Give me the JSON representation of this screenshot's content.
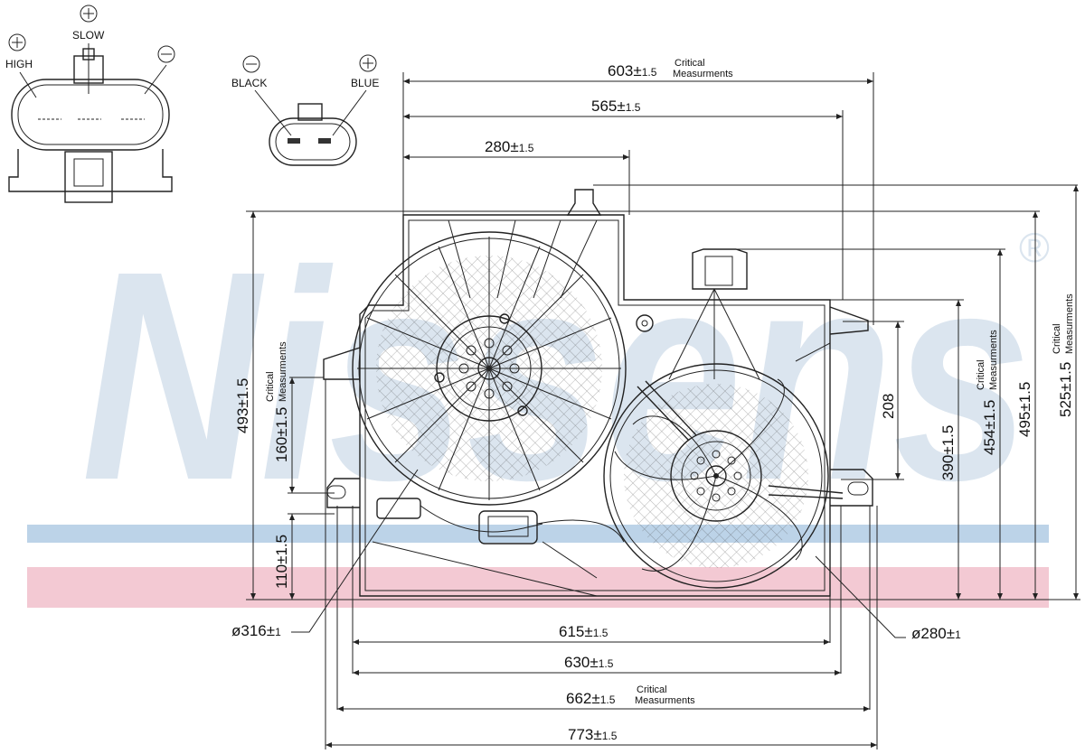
{
  "brand": {
    "watermark": "Nissens",
    "registered_mark": "®",
    "band_blue": "#bcd3e8",
    "band_red": "#f3c9d3"
  },
  "connector_3pin": {
    "labels": {
      "high": "HIGH",
      "slow": "SLOW"
    }
  },
  "connector_2pin": {
    "labels": {
      "black": "BLACK",
      "blue": "BLUE"
    }
  },
  "critical_note": {
    "line1": "Critical",
    "line2": "Measurments"
  },
  "dimensions": {
    "top_603": {
      "main": "603±",
      "tol": "1.5",
      "critical": true
    },
    "top_565": {
      "main": "565±",
      "tol": "1.5"
    },
    "top_280": {
      "main": "280±",
      "tol": "1.5"
    },
    "left_493": {
      "text": "493±1.5"
    },
    "left_160": {
      "text": "160±1.5",
      "critical": true
    },
    "left_110": {
      "text": "110±1.5"
    },
    "mid_208": {
      "text": "208"
    },
    "right_390": {
      "text": "390±1.5"
    },
    "right_454": {
      "text": "454±1.5",
      "critical": true
    },
    "right_495": {
      "text": "495±1.5"
    },
    "right_525": {
      "text": "525±1.5",
      "critical": true
    },
    "dia_316": {
      "main": "ø316±",
      "tol": "1"
    },
    "dia_280": {
      "main": "ø280±",
      "tol": "1"
    },
    "bot_615": {
      "main": "615±",
      "tol": "1.5"
    },
    "bot_630": {
      "main": "630±",
      "tol": "1.5"
    },
    "bot_662": {
      "main": "662±",
      "tol": "1.5",
      "critical": true
    },
    "bot_773": {
      "main": "773±",
      "tol": "1.5"
    }
  }
}
